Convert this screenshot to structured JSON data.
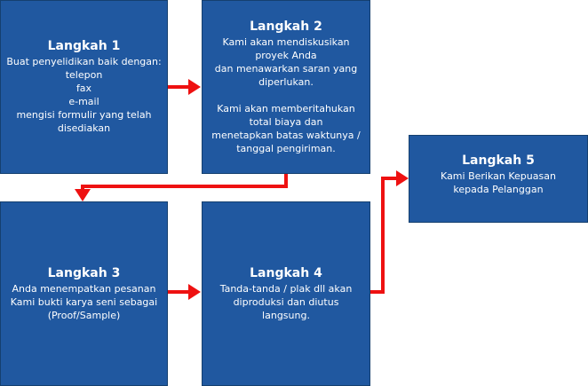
{
  "steps": [
    {
      "title": "Langkah 1",
      "lines": [
        "Buat penyelidikan baik dengan:",
        "telepon",
        "fax",
        "e-mail",
        "mengisi formulir yang telah",
        "disediakan"
      ]
    },
    {
      "title": "Langkah 2",
      "lines": [
        "Kami akan mendiskusikan",
        "proyek Anda",
        "dan menawarkan saran yang",
        "diperlukan.",
        "",
        "Kami akan memberitahukan",
        "total biaya dan",
        "menetapkan batas waktunya /",
        "tanggal pengiriman."
      ]
    },
    {
      "title": "Langkah 3",
      "lines": [
        "Anda menempatkan pesanan",
        "Kami bukti karya seni sebagai",
        "(Proof/Sample)"
      ]
    },
    {
      "title": "Langkah 4",
      "lines": [
        "Tanda-tanda / plak dll akan",
        "diproduksi dan diutus",
        "langsung."
      ]
    },
    {
      "title": "Langkah 5",
      "lines": [
        "Kami Berikan Kepuasan",
        "kepada Pelanggan"
      ]
    }
  ],
  "colors": {
    "box_fill": "#2058a0",
    "box_border": "#15406f",
    "text": "#ffffff",
    "arrow": "#ee1111"
  }
}
